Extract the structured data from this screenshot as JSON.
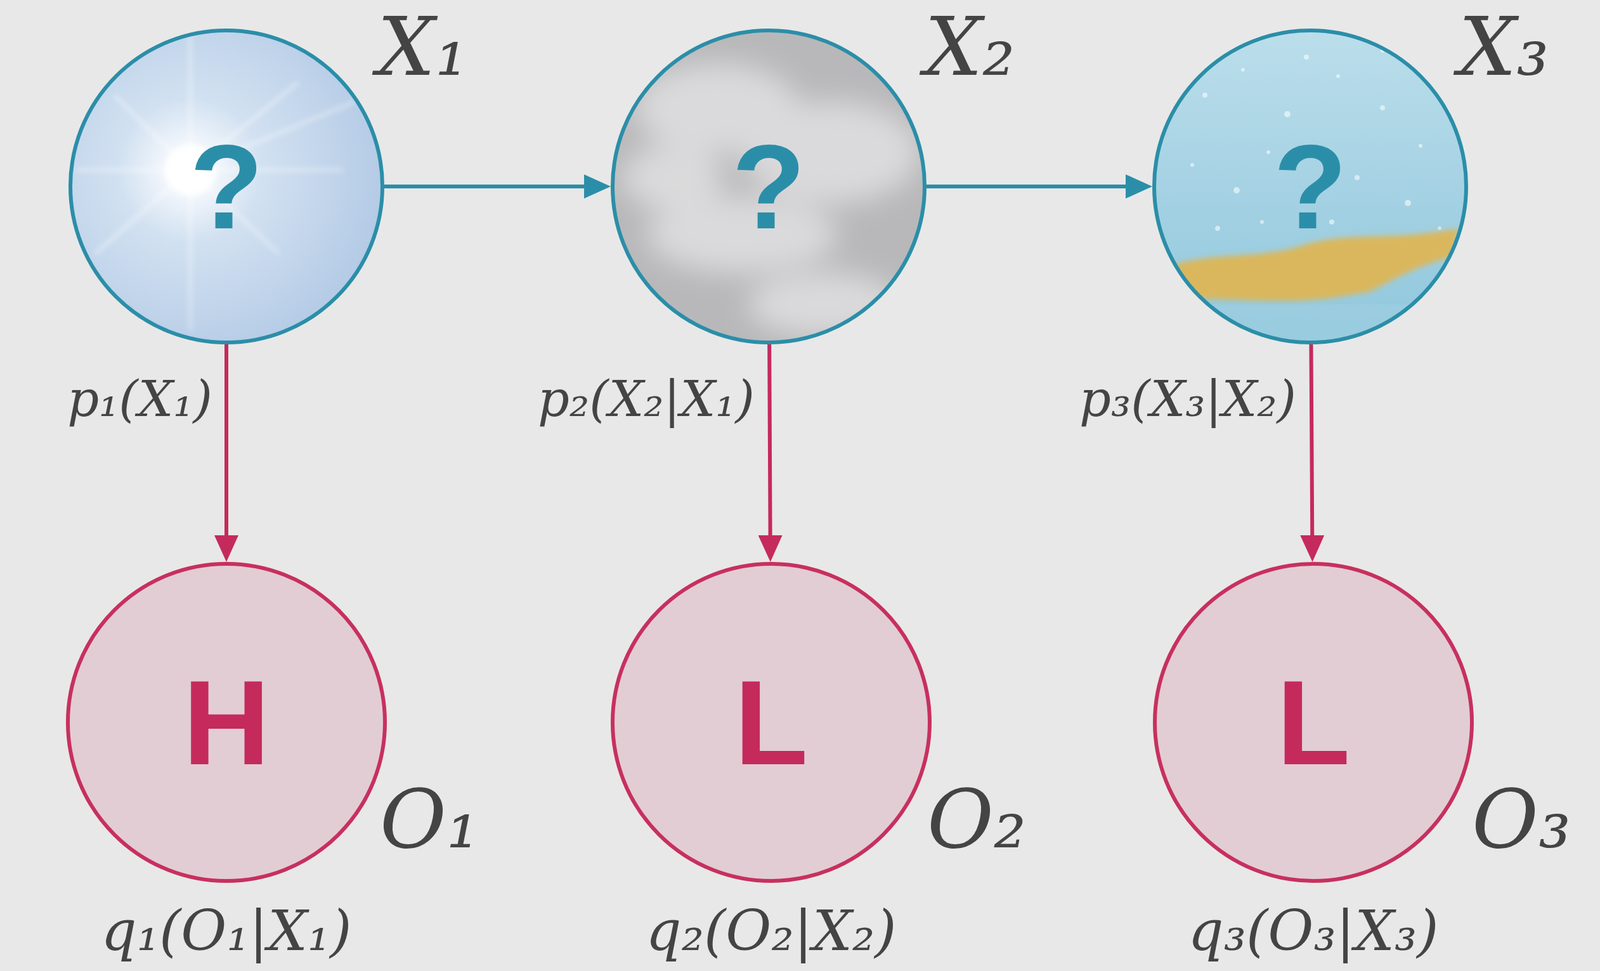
{
  "diagram": {
    "nodes": [
      {
        "text": [
          "?",
          "X₁"
        ]
      },
      {
        "text": [
          "?",
          "X₂"
        ]
      },
      {
        "text": [
          "?",
          "X₃"
        ]
      },
      {
        "text": [
          "H",
          "O₁"
        ]
      },
      {
        "text": [
          "L",
          "O₂"
        ]
      },
      {
        "text": [
          "L",
          "O₃"
        ]
      }
    ],
    "edges": [
      {
        "from": 0,
        "to": 1,
        "arrow": "to"
      },
      {
        "from": 1,
        "to": 2,
        "arrow": "to"
      },
      {
        "from": 0,
        "to": 3,
        "arrow": "to"
      },
      {
        "from": 1,
        "to": 4,
        "arrow": "to"
      },
      {
        "from": 2,
        "to": 5,
        "arrow": "to"
      }
    ],
    "labels": [
      "p₁(X₁)",
      "p₂(X₂|X₁)",
      "p₃(X₃|X₂)",
      "q₁(O₁|X₁)",
      "q₂(O₂|X₂)",
      "q₃(O₃|X₃)"
    ]
  }
}
